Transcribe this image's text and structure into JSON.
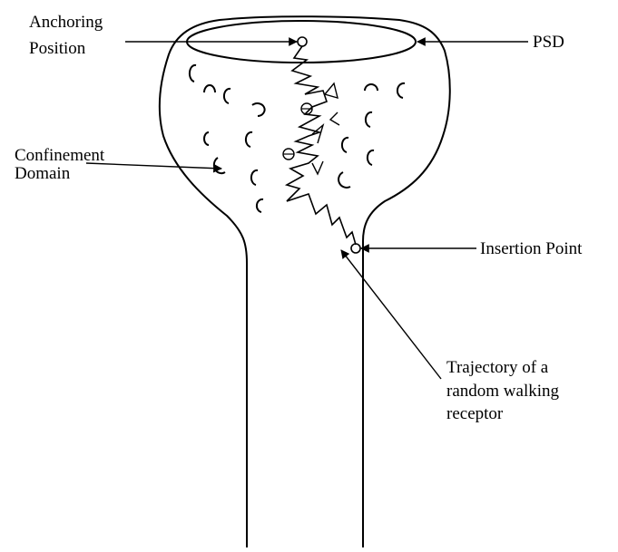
{
  "labels": {
    "anchoring_line1": "Anchoring",
    "anchoring_line2": "Position",
    "psd": "PSD",
    "confinement_line1": "Confinement",
    "confinement_line2": "Domain",
    "insertion": "Insertion Point",
    "trajectory_line1": "Trajectory of a",
    "trajectory_line2": "random walking",
    "trajectory_line3": "receptor"
  },
  "colors": {
    "ink": "#000000",
    "background": "#ffffff"
  }
}
